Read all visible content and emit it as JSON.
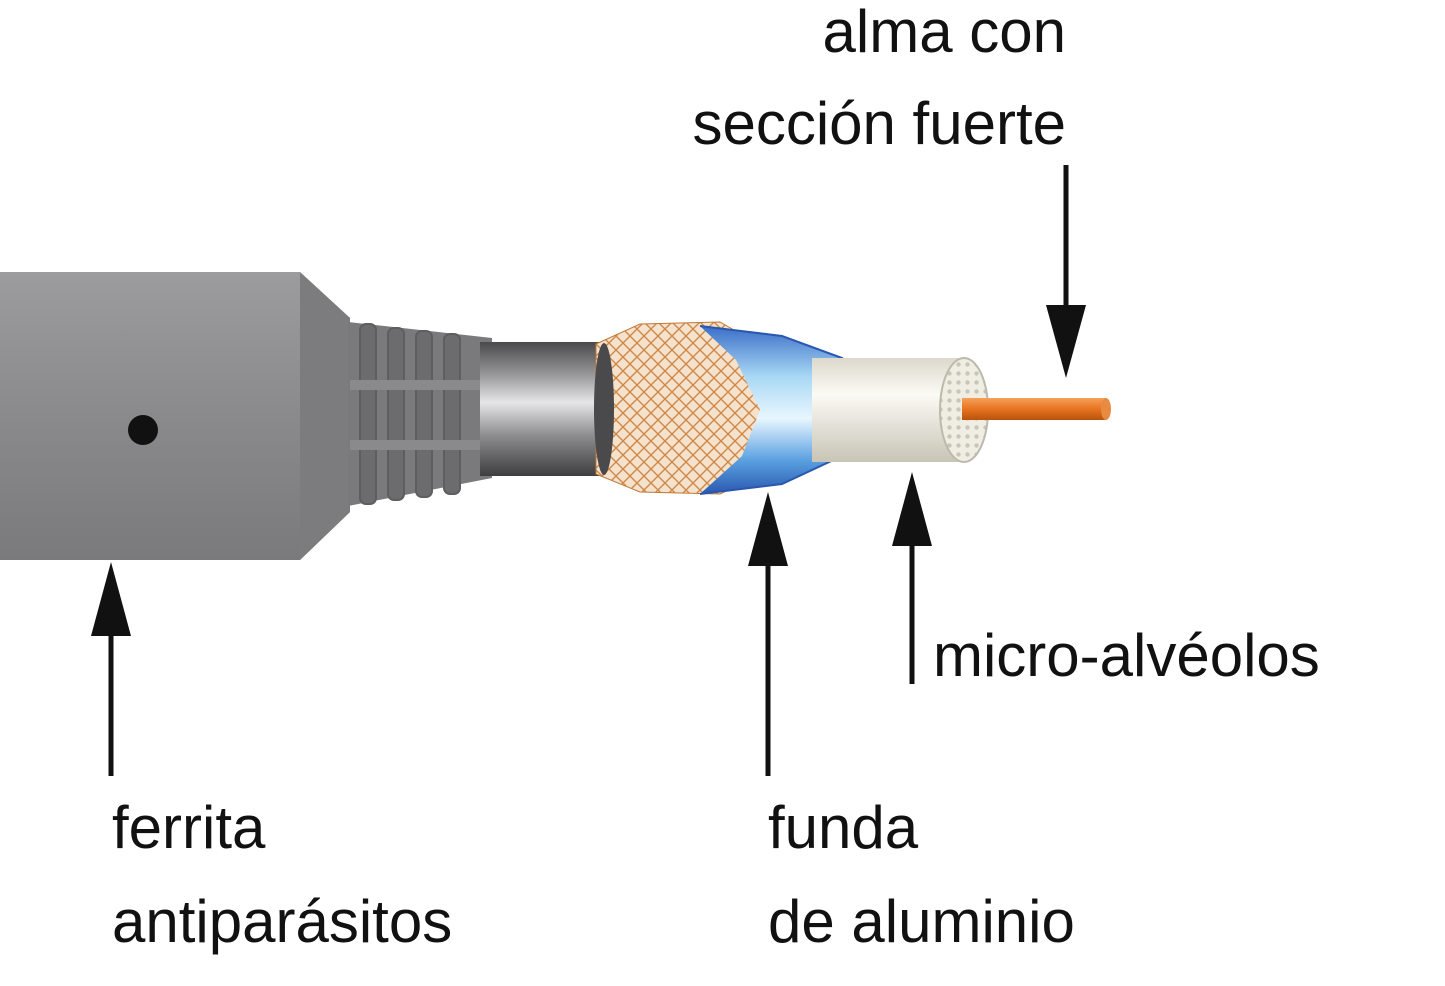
{
  "labels": {
    "alma": {
      "line1": "alma con",
      "line2": "sección fuerte"
    },
    "micro": {
      "line1": "micro-alvéolos"
    },
    "ferrita": {
      "line1": "ferrita",
      "line2": "antiparásitos"
    },
    "funda": {
      "line1": "funda",
      "line2": "de aluminio"
    }
  },
  "colors": {
    "ferrite": "#8a8a8c",
    "jacket": "#6a6a6c",
    "braid": "#d8a070",
    "foil": "#6aa8e0",
    "dielectric": "#f2efe4",
    "conductor": "#e8731f",
    "arrow": "#111111"
  }
}
